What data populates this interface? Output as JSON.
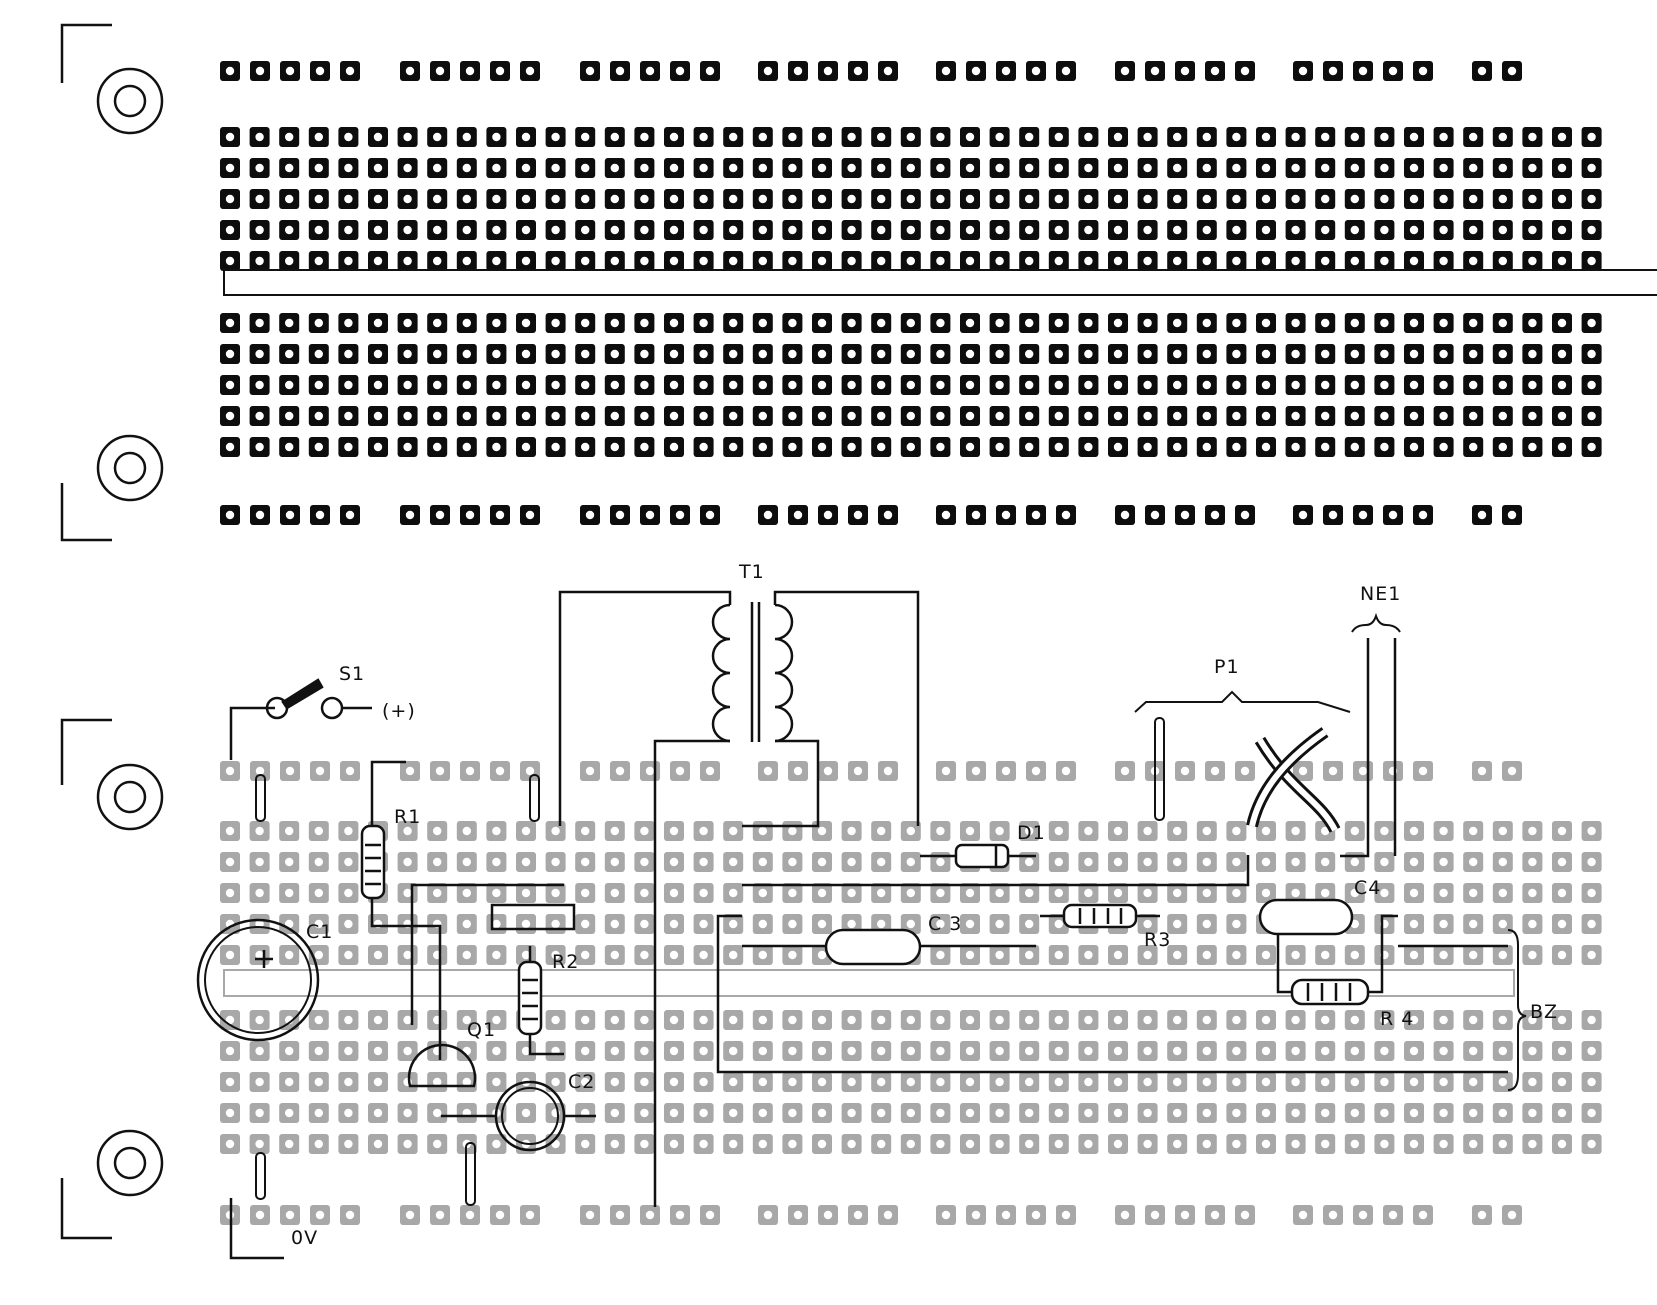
{
  "colors": {
    "ink": "#111111",
    "paper": "#ffffff",
    "board_top_hole": "#0d0d0d",
    "board_bottom_hole": "#a8a8a8",
    "hole_center": "#ffffff"
  },
  "boards": [
    {
      "id": "top",
      "style": "solid-black",
      "bus_groups": 8,
      "holes_per_group": 5,
      "last_group_holes": 2,
      "rows_per_block": 5,
      "columns": 47
    },
    {
      "id": "bottom",
      "style": "stippled-gray",
      "bus_groups": 8,
      "holes_per_group": 5,
      "last_group_holes": 2,
      "rows_per_block": 5,
      "columns": 47
    }
  ],
  "labels": {
    "t1": "T1",
    "s1": "S1",
    "plus": "(+)",
    "r1": "R1",
    "c1": "C1",
    "c1_polarity": "+",
    "r2": "R2",
    "q1": "Q1",
    "c2": "C2",
    "d1": "D1",
    "c3": "C 3",
    "r3": "R3",
    "p1": "P1",
    "ne1": "NE1",
    "c4": "C4",
    "r4": "R 4",
    "bz": "BZ",
    "ground": "0V"
  },
  "icons": [
    "mounting-hole-icon",
    "transformer-icon",
    "switch-icon",
    "resistor-icon",
    "capacitor-icon",
    "transistor-icon",
    "diode-icon",
    "potentiometer-icon",
    "neon-lamp-icon"
  ]
}
